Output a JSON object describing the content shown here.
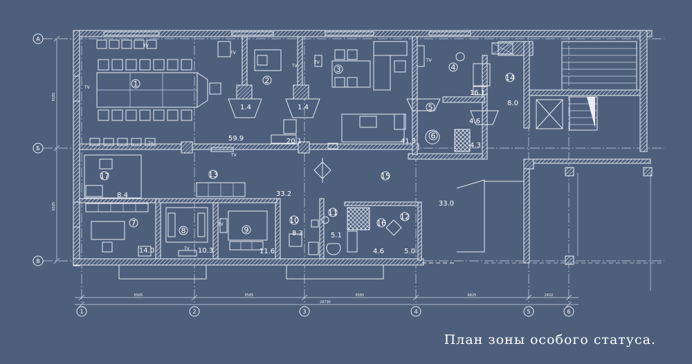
{
  "caption": "План зоны особого статуса.",
  "axes_rows": [
    "A",
    "Б",
    "В"
  ],
  "axes_cols": [
    "1",
    "2",
    "3",
    "4",
    "5",
    "6"
  ],
  "dims_bottom": [
    "6585",
    "6585",
    "6585",
    "6625",
    "2410"
  ],
  "dim_total": "28790",
  "dims_left": [
    "6585",
    "6585"
  ],
  "tv_label": "TV",
  "rooms": [
    {
      "num": "1",
      "area": "59.9"
    },
    {
      "num": "2",
      "area": "20.1"
    },
    {
      "num": "3",
      "area": "41.3"
    },
    {
      "num": "4",
      "area": "16.1"
    },
    {
      "num": "5",
      "area": "4.6"
    },
    {
      "num": "6",
      "area": "4.3"
    },
    {
      "num": "7",
      "area": "14.0"
    },
    {
      "num": "8",
      "area": "10.3"
    },
    {
      "num": "9",
      "area": "11.6"
    },
    {
      "num": "10",
      "area": "8.3"
    },
    {
      "num": "11",
      "area": "5.1"
    },
    {
      "num": "12",
      "area": "5.0"
    },
    {
      "num": "13",
      "area": "33.2"
    },
    {
      "num": "14",
      "area": "8.0"
    },
    {
      "num": "15",
      "area": "33.0"
    },
    {
      "num": "16",
      "area": "4.6"
    },
    {
      "num": "17",
      "area": "8.4"
    }
  ],
  "vestibule_areas": [
    "1.4",
    "1.4"
  ]
}
